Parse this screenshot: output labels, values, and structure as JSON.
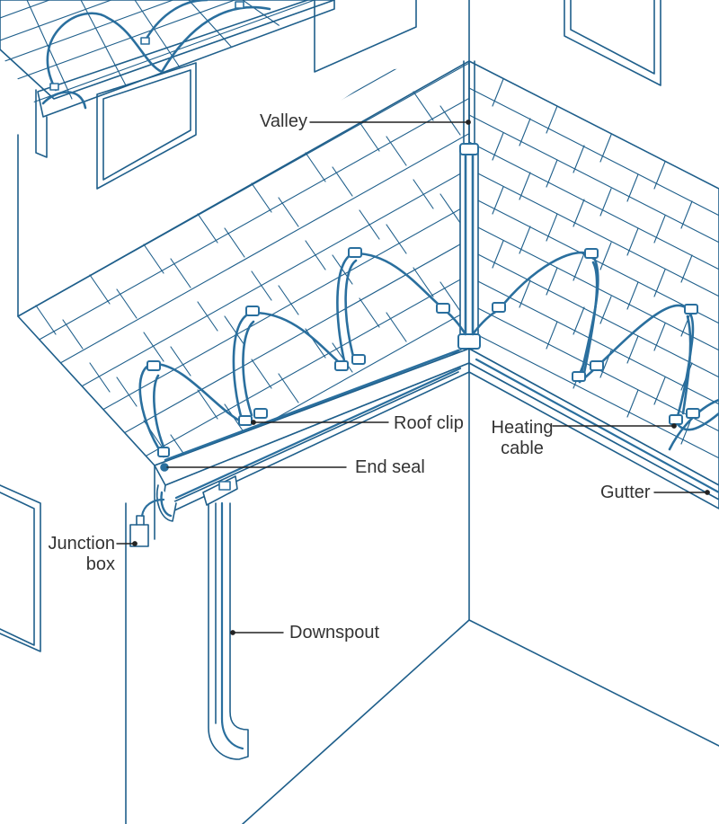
{
  "colors": {
    "line": "#1f5f8b",
    "cable": "#2a6f9e",
    "leader": "#222222",
    "label": "#333333",
    "background": "#ffffff"
  },
  "labels": {
    "valley": "Valley",
    "roof_clip": "Roof clip",
    "end_seal": "End seal",
    "heating_cable_line1": "Heating",
    "heating_cable_line2": "cable",
    "gutter": "Gutter",
    "junction_box_line1": "Junction",
    "junction_box_line2": "box",
    "downspout": "Downspout"
  },
  "components": [
    "roof-shingles",
    "valley",
    "gutter",
    "heating-cable",
    "roof-clip",
    "end-seal",
    "junction-box",
    "downspout"
  ]
}
